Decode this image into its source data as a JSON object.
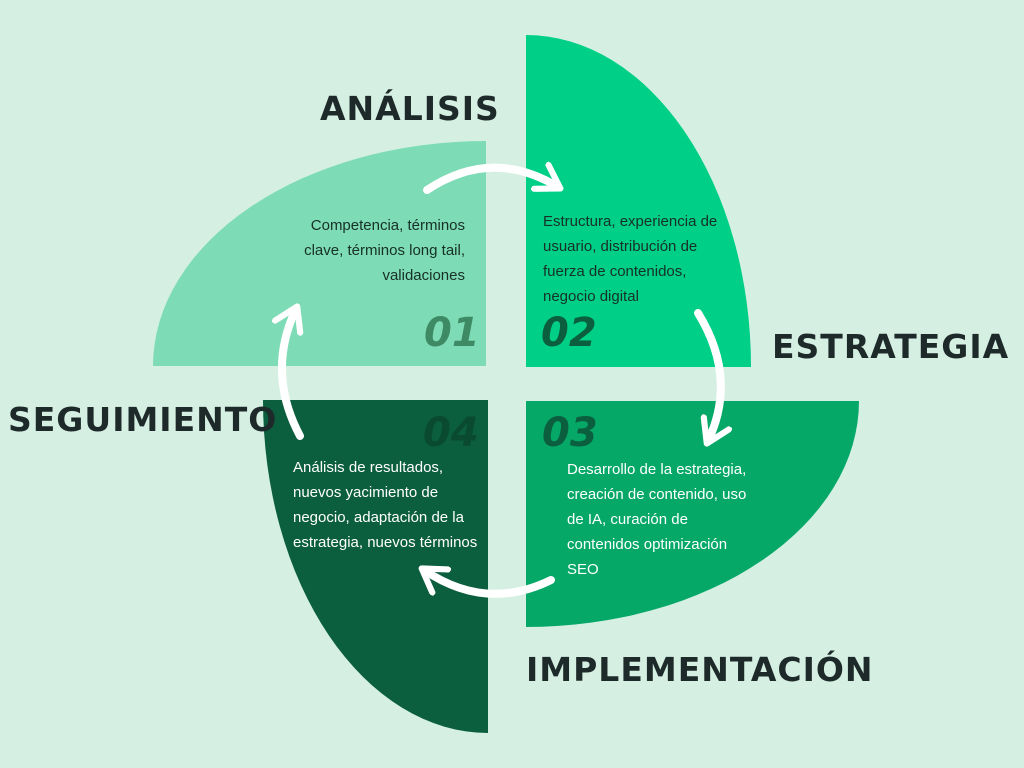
{
  "colors": {
    "background": "#d5f0e3",
    "phase_1": "#7ddbb5",
    "phase_2": "#00cf87",
    "phase_3": "#05a867",
    "phase_4": "#0b5e3e",
    "arrow": "#ffffff",
    "title_text": "#1e2a2a"
  },
  "phases": [
    {
      "number": "01",
      "title": "ANÁLISIS",
      "description": "Competencia, términos clave, términos long tail, validaciones"
    },
    {
      "number": "02",
      "title": "ESTRATEGIA",
      "description": "Estructura, experiencia de usuario, distribución de fuerza de contenidos, negocio digital"
    },
    {
      "number": "03",
      "title": "IMPLEMENTACIÓN",
      "description": "Desarrollo de la estrategia, creación de contenido, uso de IA, curación de contenidos optimización SEO"
    },
    {
      "number": "04",
      "title": "SEGUIMIENTO",
      "description": "Análisis de resultados, nuevos yacimiento de negocio, adaptación de la estrategia, nuevos términos"
    }
  ]
}
